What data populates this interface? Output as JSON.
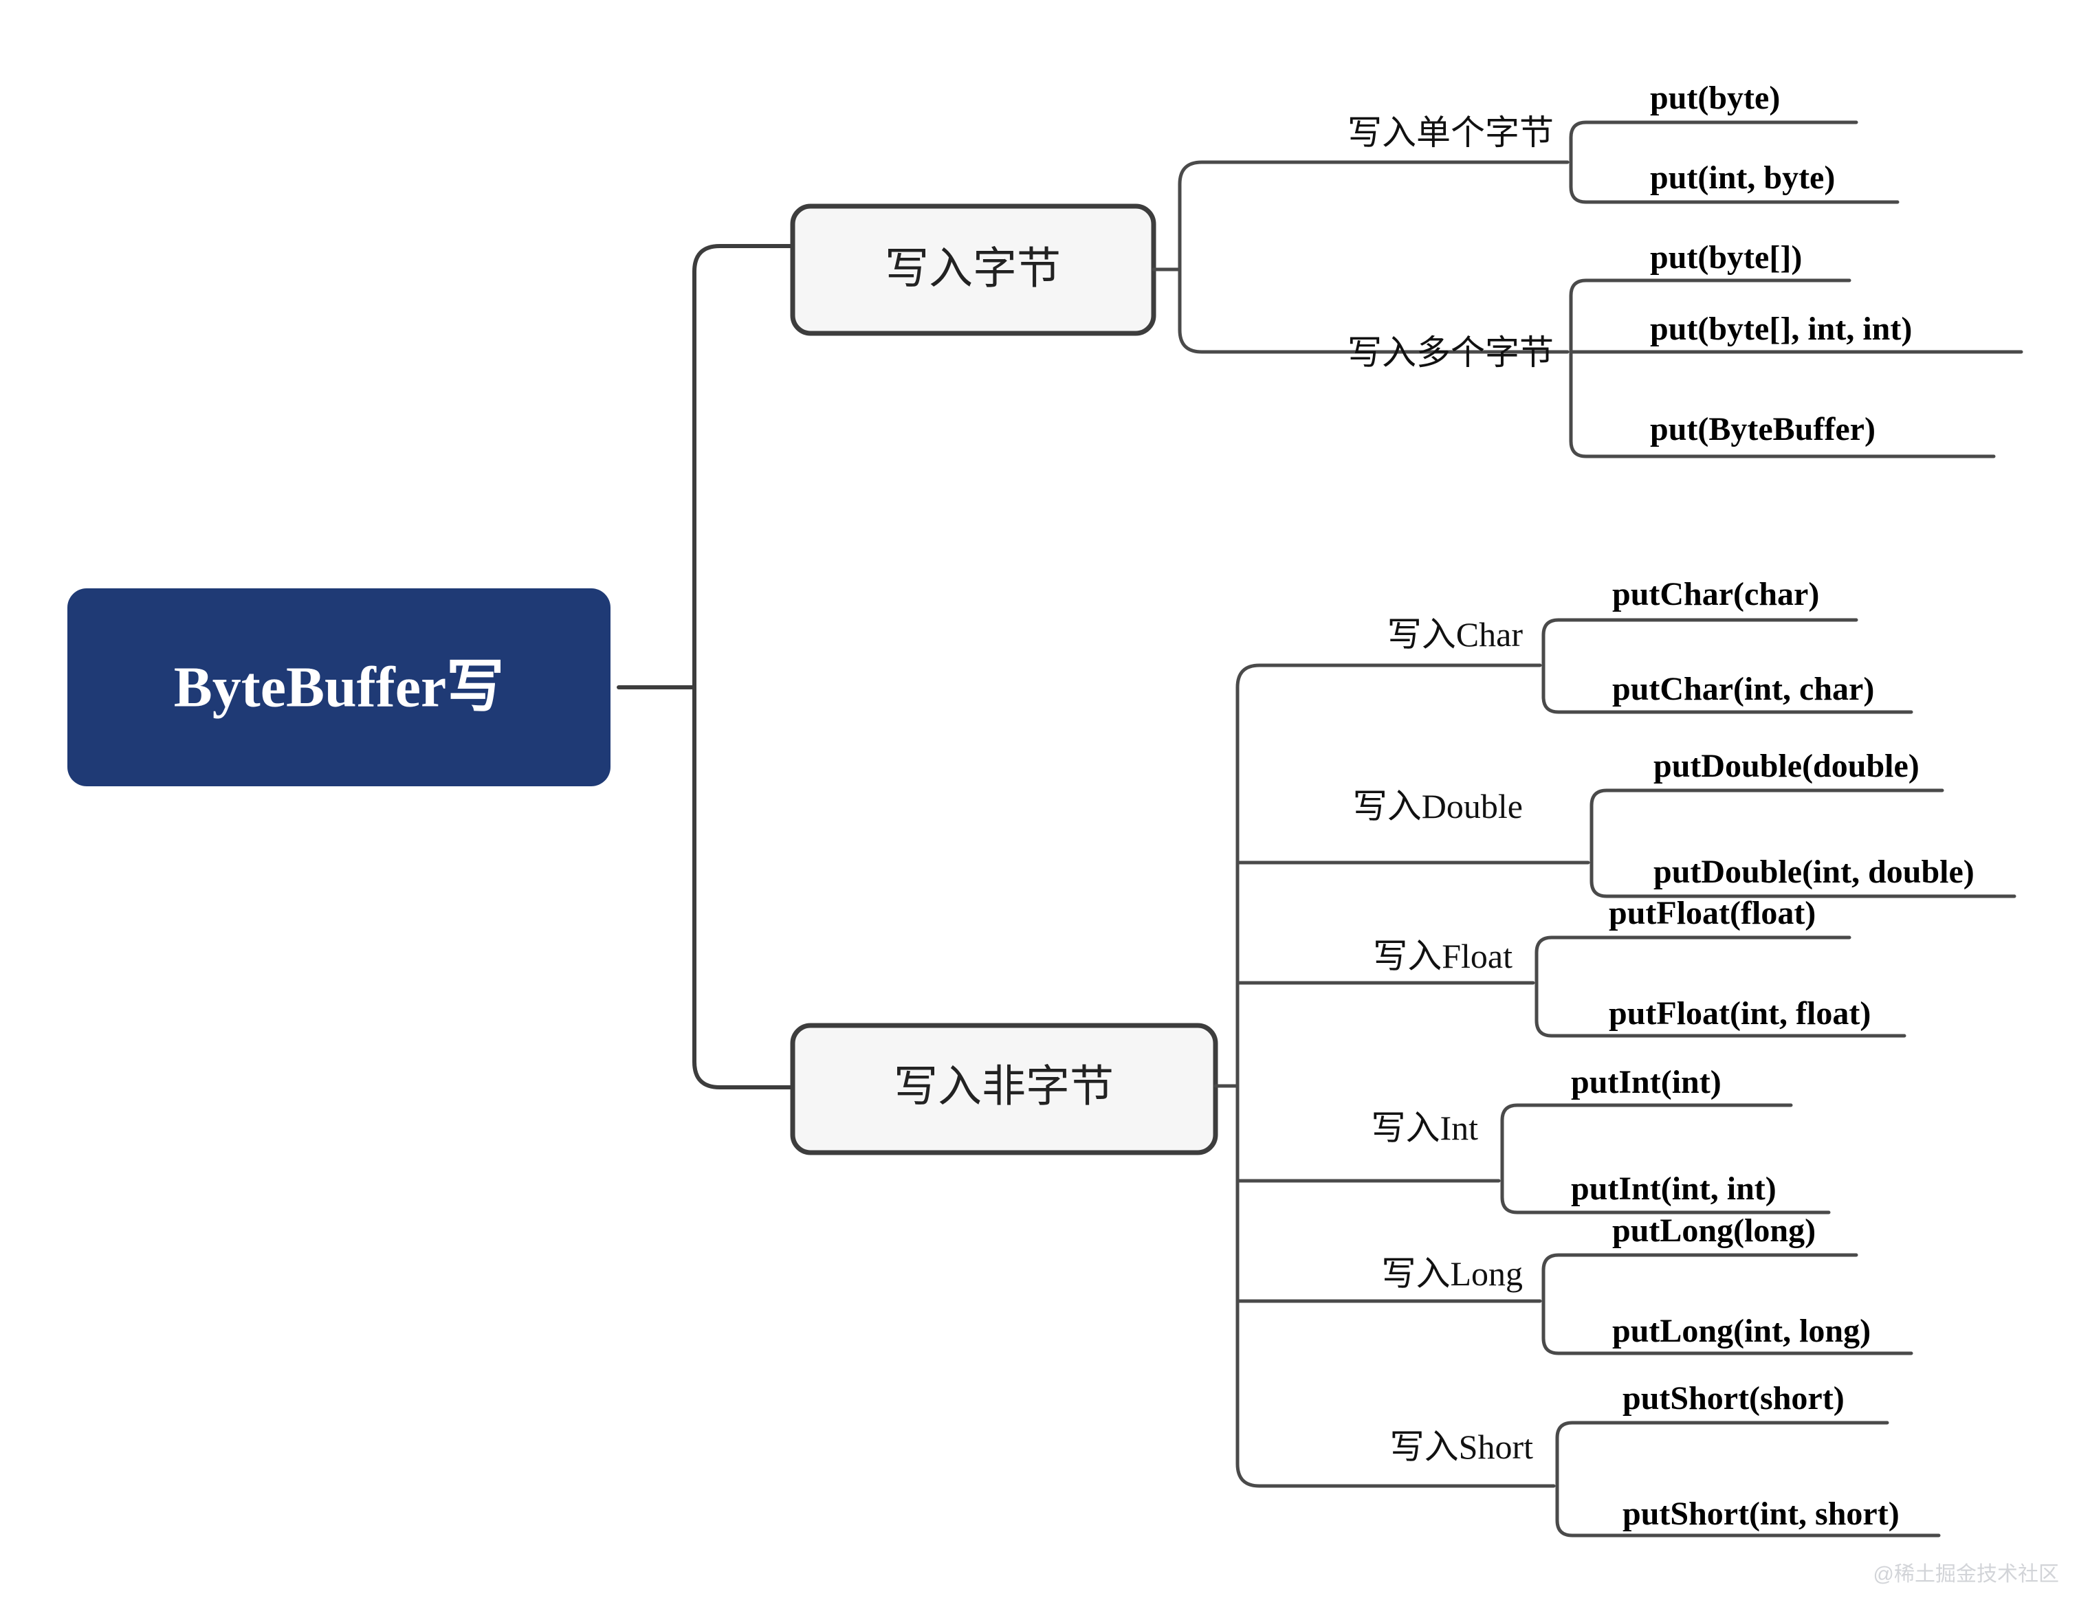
{
  "diagram": {
    "type": "mindmap",
    "title": "ByteBuffer写",
    "root": {
      "label": "ByteBuffer写",
      "color": "#1f3a75",
      "text_color": "#ffffff"
    },
    "branch_style": {
      "fill": "#f6f6f6",
      "border": "#3d3d3d",
      "line": "#4a4a4a"
    },
    "branches": [
      {
        "label": "写入字节",
        "groups": [
          {
            "label": "写入单个字节",
            "leaves": [
              "put(byte)",
              "put(int, byte)"
            ]
          },
          {
            "label": "写入多个字节",
            "leaves": [
              "put(byte[])",
              "put(byte[], int, int)",
              "put(ByteBuffer)"
            ]
          }
        ]
      },
      {
        "label": "写入非字节",
        "groups": [
          {
            "label": "写入Char",
            "leaves": [
              "putChar(char)",
              "putChar(int, char)"
            ]
          },
          {
            "label": "写入Double",
            "leaves": [
              "putDouble(double)",
              "putDouble(int, double)"
            ]
          },
          {
            "label": "写入Float",
            "leaves": [
              "putFloat(float)",
              "putFloat(int, float)"
            ]
          },
          {
            "label": "写入Int",
            "leaves": [
              "putInt(int)",
              "putInt(int, int)"
            ]
          },
          {
            "label": "写入Long",
            "leaves": [
              "putLong(long)",
              "putLong(int, long)"
            ]
          },
          {
            "label": "写入Short",
            "leaves": [
              "putShort(short)",
              "putShort(int, short)"
            ]
          }
        ]
      }
    ],
    "watermark": "@稀土掘金技术社区"
  }
}
